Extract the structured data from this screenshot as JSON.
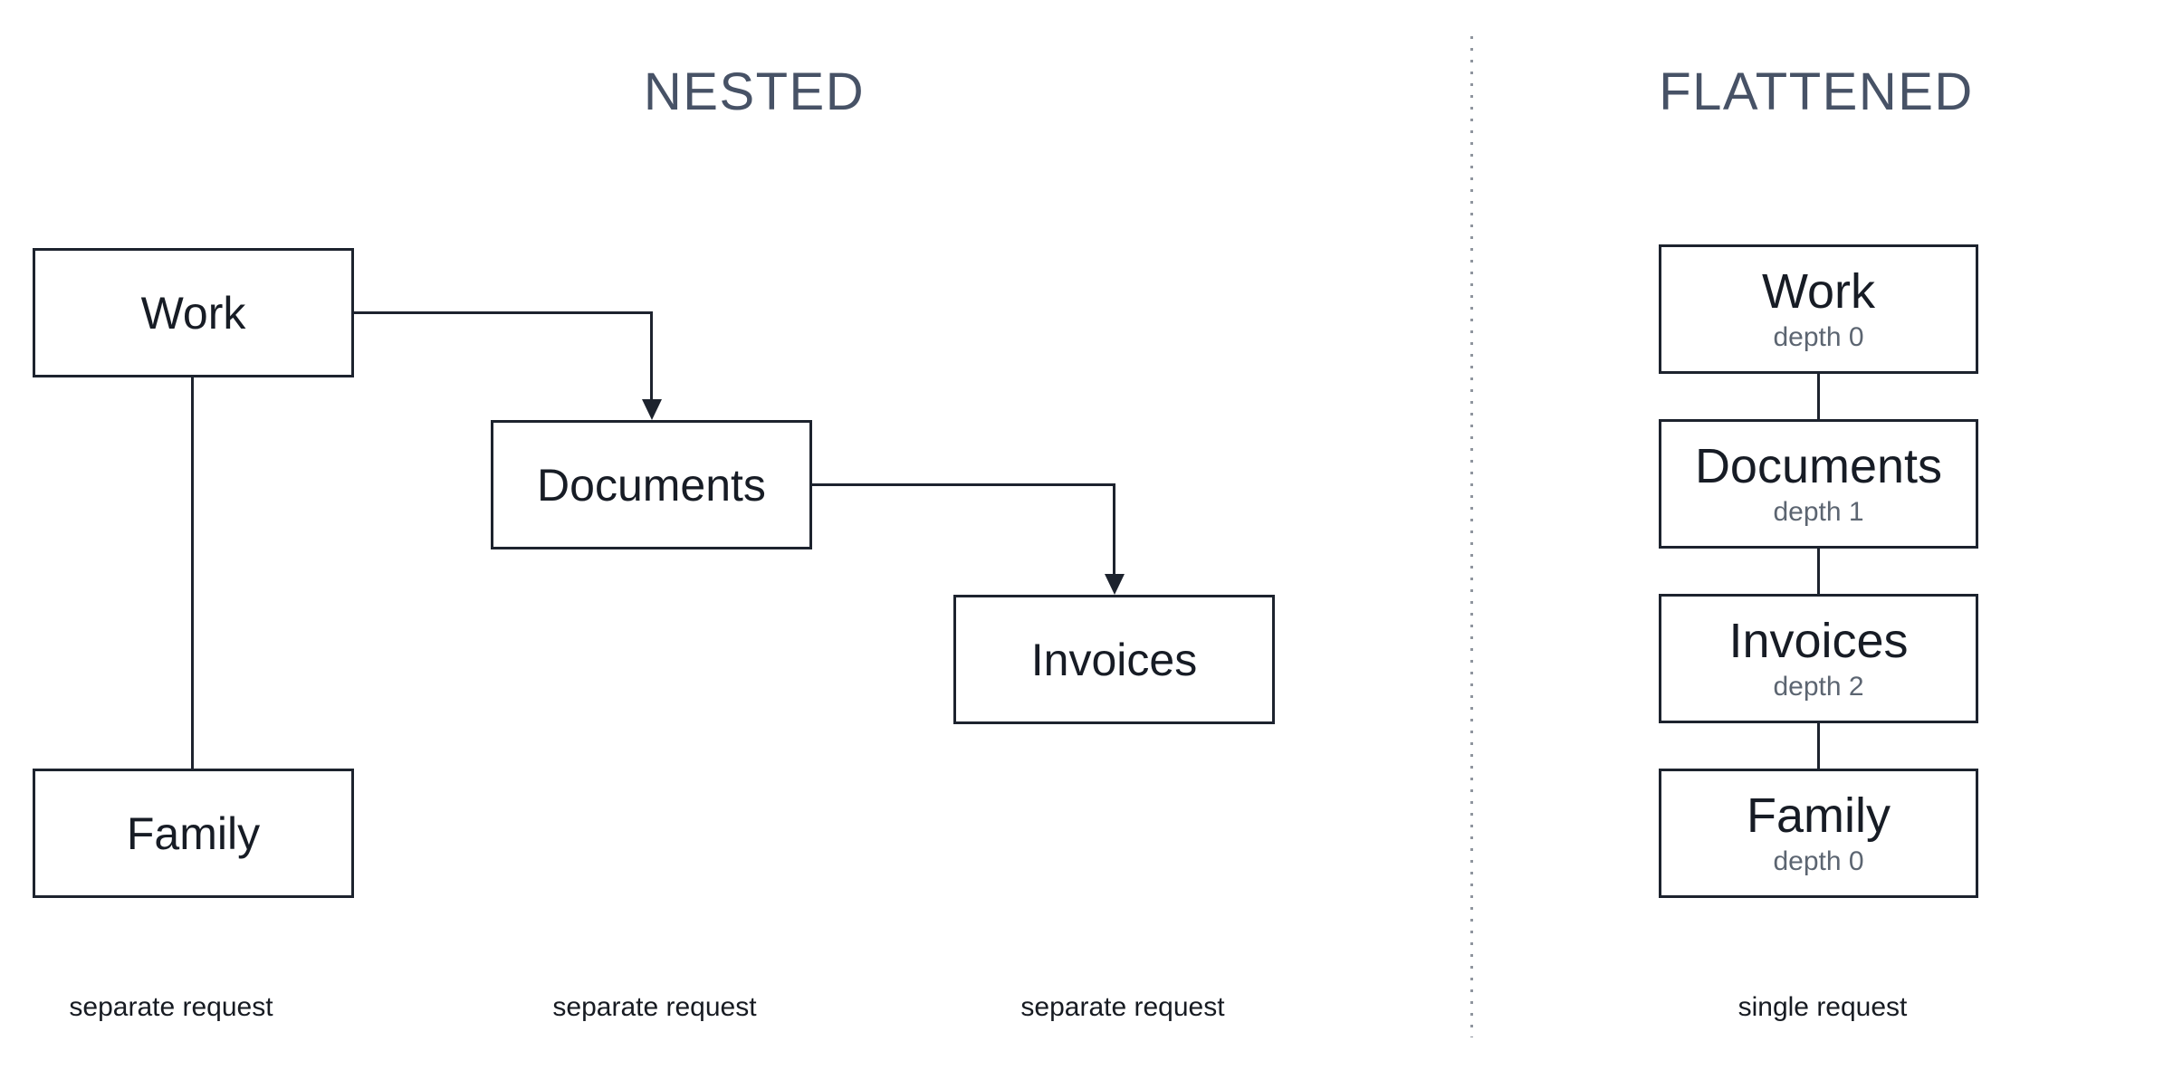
{
  "titles": {
    "nested": "NESTED",
    "flattened": "FLATTENED"
  },
  "nested": {
    "nodes": [
      {
        "label": "Work"
      },
      {
        "label": "Documents"
      },
      {
        "label": "Invoices"
      },
      {
        "label": "Family"
      }
    ],
    "captions": [
      "separate request",
      "separate request",
      "separate request"
    ]
  },
  "flattened": {
    "nodes": [
      {
        "label": "Work",
        "depth": "depth 0"
      },
      {
        "label": "Documents",
        "depth": "depth 1"
      },
      {
        "label": "Invoices",
        "depth": "depth 2"
      },
      {
        "label": "Family",
        "depth": "depth 0"
      }
    ],
    "caption": "single request"
  },
  "colors": {
    "ink": "#1d232e",
    "node_text": "#171c25",
    "title_text": "#475266",
    "depth_text": "#5c6571",
    "divider_dots": "#8f959e",
    "background": "#ffffff"
  }
}
